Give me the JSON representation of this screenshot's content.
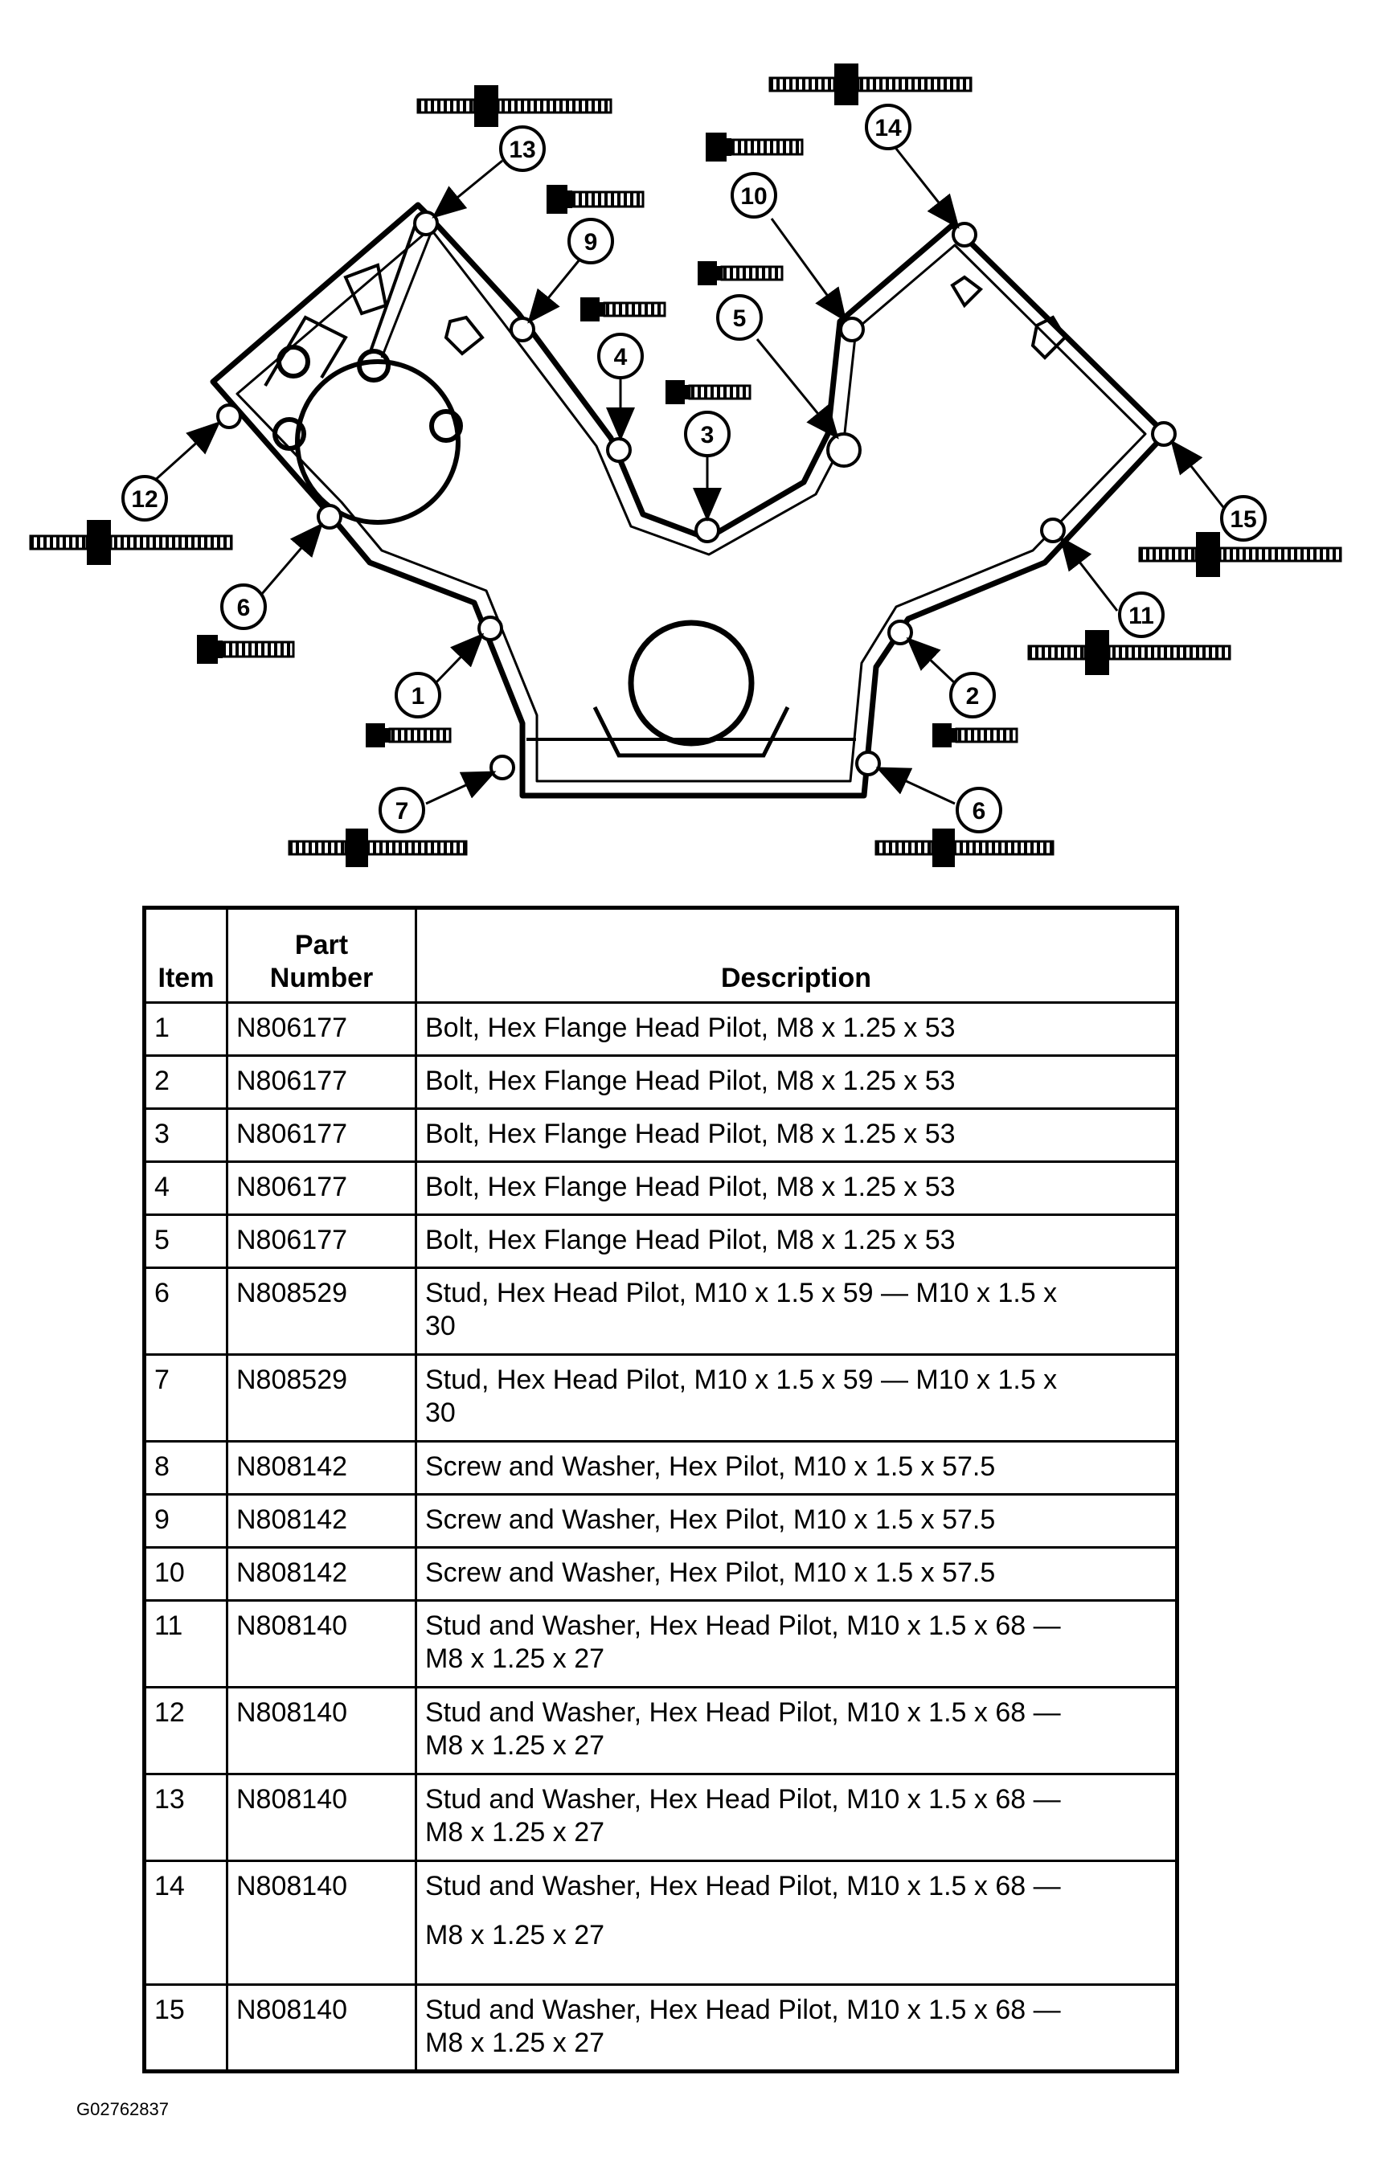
{
  "diagram": {
    "callouts": [
      "1",
      "2",
      "3",
      "4",
      "5",
      "6",
      "7",
      "6",
      "9",
      "10",
      "11",
      "12",
      "13",
      "14",
      "15"
    ]
  },
  "table": {
    "headers": {
      "item": "Item",
      "part_line1": "Part",
      "part_line2": "Number",
      "description": "Description"
    },
    "rows": [
      {
        "item": "1",
        "part": "N806177",
        "desc": "Bolt, Hex Flange Head Pilot, M8 x 1.25 x 53",
        "desc2": ""
      },
      {
        "item": "2",
        "part": "N806177",
        "desc": "Bolt, Hex Flange Head Pilot, M8 x 1.25 x 53",
        "desc2": ""
      },
      {
        "item": "3",
        "part": "N806177",
        "desc": "Bolt, Hex Flange Head Pilot, M8 x 1.25 x 53",
        "desc2": ""
      },
      {
        "item": "4",
        "part": "N806177",
        "desc": "Bolt, Hex Flange Head Pilot, M8 x 1.25 x 53",
        "desc2": ""
      },
      {
        "item": "5",
        "part": "N806177",
        "desc": "Bolt, Hex Flange Head Pilot, M8 x 1.25 x 53",
        "desc2": ""
      },
      {
        "item": "6",
        "part": "N808529",
        "desc": "Stud, Hex Head Pilot, M10 x 1.5 x 59  — M10 x 1.5 x",
        "desc2": "30"
      },
      {
        "item": "7",
        "part": "N808529",
        "desc": "Stud, Hex Head Pilot, M10 x 1.5 x 59  — M10 x 1.5 x",
        "desc2": "30"
      },
      {
        "item": "8",
        "part": "N808142",
        "desc": "Screw and Washer, Hex Pilot, M10 x 1.5 x 57.5",
        "desc2": ""
      },
      {
        "item": "9",
        "part": "N808142",
        "desc": "Screw and Washer, Hex Pilot, M10 x 1.5 x 57.5",
        "desc2": ""
      },
      {
        "item": "10",
        "part": "N808142",
        "desc": "Screw and Washer, Hex Pilot, M10 x 1.5 x 57.5",
        "desc2": ""
      },
      {
        "item": "11",
        "part": "N808140",
        "desc": "Stud and Washer, Hex Head Pilot, M10 x 1.5 x 68 —",
        "desc2": "M8 x 1.25 x 27"
      },
      {
        "item": "12",
        "part": "N808140",
        "desc": "Stud and Washer, Hex Head Pilot, M10 x 1.5 x 68 —",
        "desc2": "M8 x 1.25 x 27"
      },
      {
        "item": "13",
        "part": "N808140",
        "desc": "Stud and Washer, Hex Head Pilot, M10 x 1.5 x 68 —",
        "desc2": "M8 x 1.25 x 27"
      },
      {
        "item": "14",
        "part": "N808140",
        "desc": "Stud and Washer, Hex Head Pilot, M10 x 1.5 x 68 —",
        "desc2": "M8 x 1.25 x 27"
      },
      {
        "item": "15",
        "part": "N808140",
        "desc": "Stud and Washer, Hex Head Pilot, M10 x 1.5 x 68 —",
        "desc2": "M8 x 1.25 x 27"
      }
    ]
  },
  "figure_id": "G02762837"
}
